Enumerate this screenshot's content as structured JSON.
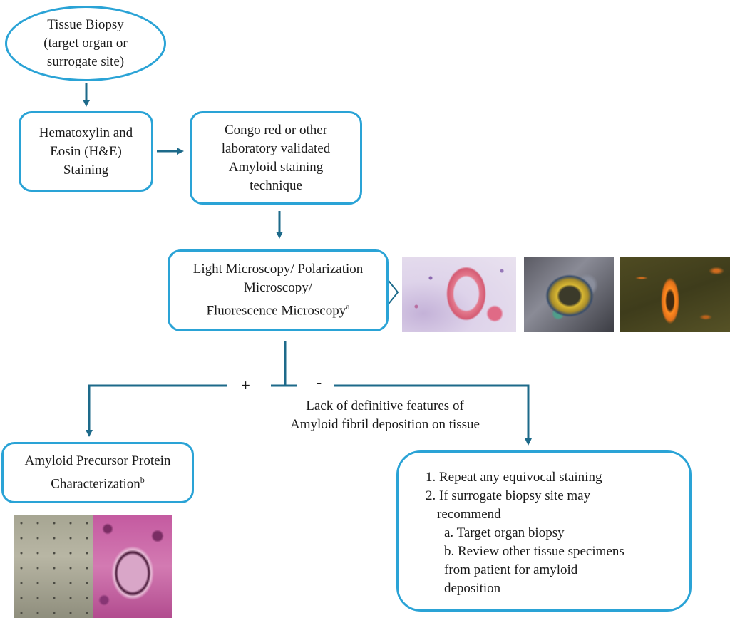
{
  "nodes": {
    "biopsy": "Tissue Biopsy\n(target organ or\nsurrogate site)",
    "he_stain": "Hematoxylin and\nEosin (H&E)\nStaining",
    "congo": "Congo red or other\nlaboratory validated\nAmyloid staining\ntechnique",
    "microscopy_lines": [
      "Light Microscopy/ Polarization",
      "Microscopy/",
      "Fluorescence Microscopy"
    ],
    "microscopy_sup": "a",
    "precursor_lines": [
      "Amyloid Precursor Protein",
      "Characterization"
    ],
    "precursor_sup": "b"
  },
  "branch": {
    "plus": "+",
    "minus": "-",
    "lack_note": "Lack of definitive features of\nAmyloid fibril deposition on tissue"
  },
  "recommendations": {
    "items": [
      "1. Repeat any equivocal staining",
      "2. If surrogate biopsy site may",
      "recommend",
      "a.  Target organ biopsy",
      "b.  Review other tissue specimens",
      "from patient for amyloid",
      "deposition"
    ]
  },
  "colors": {
    "arrow": "#1d6a8a",
    "border": "#2aa3d6"
  },
  "images": [
    "congo-red-light-micrograph",
    "polarization-micrograph",
    "fluorescence-micrograph",
    "immunostain-micrograph",
    "pas-glomerulus-micrograph"
  ]
}
